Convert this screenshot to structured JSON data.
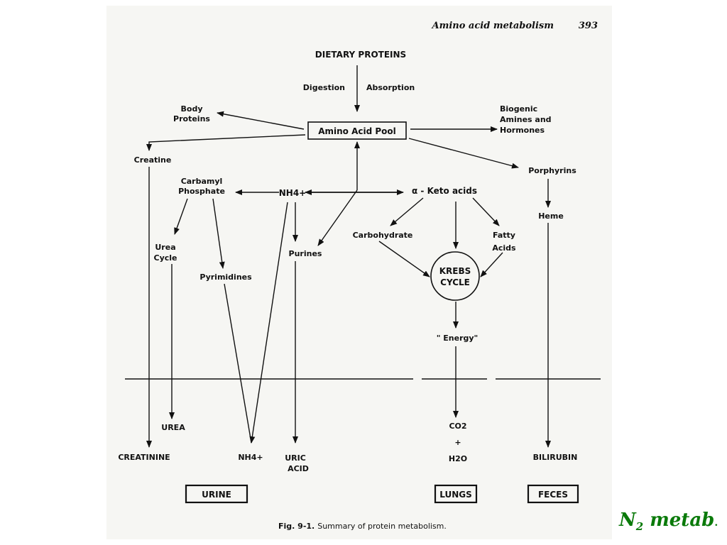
{
  "page_header": {
    "title": "Amino acid metabolism",
    "page_number": "393"
  },
  "nodes": {
    "dietary_proteins": "DIETARY PROTEINS",
    "digestion": "Digestion",
    "absorption": "Absorption",
    "body_proteins_1": "Body",
    "body_proteins_2": "Proteins",
    "amino_acid_pool": "Amino Acid Pool",
    "biogenic_1": "Biogenic",
    "biogenic_2": "Amines and",
    "biogenic_3": "Hormones",
    "creatine": "Creatine",
    "porphyrins": "Porphyrins",
    "carbamyl_1": "Carbamyl",
    "carbamyl_2": "Phosphate",
    "nh4": "NH4+",
    "keto_acids": "α - Keto acids",
    "heme": "Heme",
    "urea_cycle_1": "Urea",
    "urea_cycle_2": "Cycle",
    "purines": "Purines",
    "carbohydrate": "Carbohydrate",
    "fatty_1": "Fatty",
    "fatty_2": "Acids",
    "krebs_1": "KREBS",
    "krebs_2": "CYCLE",
    "pyrimidines": "Pyrimidines",
    "energy": "\" Energy\"",
    "urea": "UREA",
    "co2": "CO2",
    "plus": "+",
    "h2o": "H2O",
    "creatinine": "CREATININE",
    "nh4_bottom": "NH4+",
    "uric_1": "URIC",
    "uric_2": "ACID",
    "bilirubin": "BILIRUBIN"
  },
  "destinations": {
    "urine": "URINE",
    "lungs": "LUNGS",
    "feces": "FECES"
  },
  "caption": {
    "fig": "Fig. 9-1.",
    "text": "Summary of protein metabolism."
  },
  "slide_label": {
    "n": "N",
    "sub": "2",
    "rest": " metab",
    "dot": "."
  },
  "colors": {
    "slide_label": "#0a7a0a",
    "ink": "#111111"
  }
}
